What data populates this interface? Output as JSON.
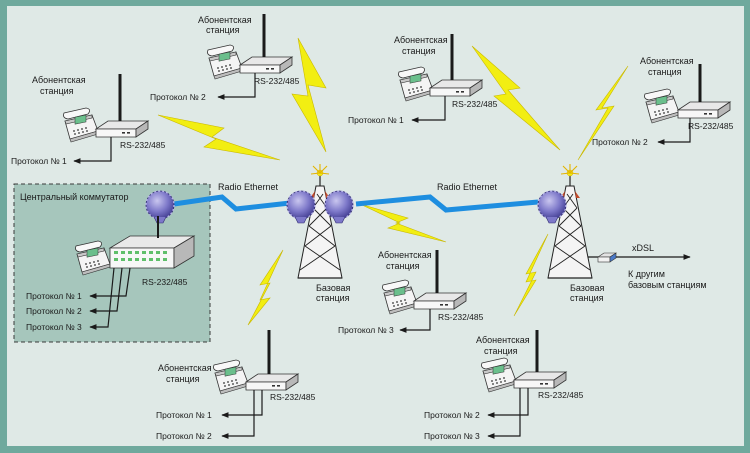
{
  "colors": {
    "frame": "#6fa99d",
    "background": "#dfe9e6",
    "central_box": "#a6c6bc",
    "radio_link": "#1e8ee0",
    "lightning": "#f2ee12",
    "line": "#1a1a1a"
  },
  "subscriber_label": [
    "Абонентская",
    "станция"
  ],
  "interface": "RS-232/485",
  "proto": {
    "p1": "Протокол № 1",
    "p2": "Протокол № 2",
    "p3": "Протокол № 3"
  },
  "central_switch": {
    "title": "Центральный коммутатор"
  },
  "radio_ethernet": "Radio Ethernet",
  "base_station": [
    "Базовая",
    "станция"
  ],
  "xdsl": {
    "label": "xDSL",
    "note": [
      "К другим",
      "базовым станциям"
    ]
  },
  "icons": [
    "desk-phone-icon",
    "modem-icon",
    "antenna-icon",
    "radio-dish-icon",
    "lattice-tower-icon",
    "lightning-icon",
    "xdsl-modem-icon"
  ]
}
